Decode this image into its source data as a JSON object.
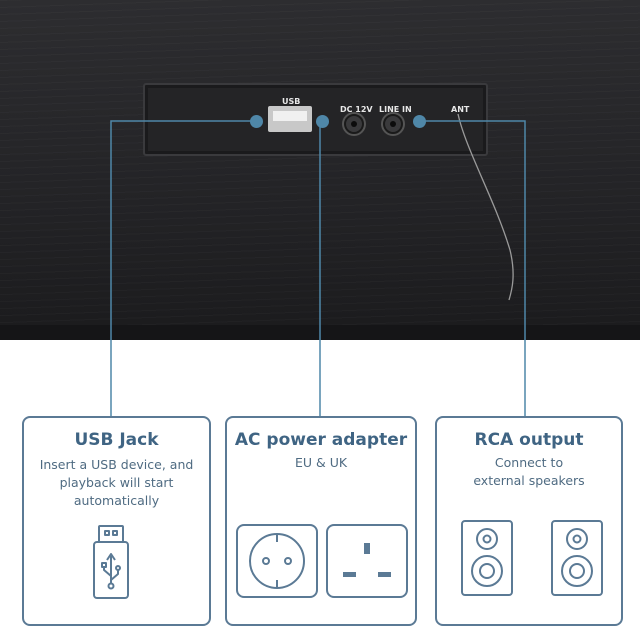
{
  "panel": {
    "usb_label": "USB",
    "dc_label": "DC 12V",
    "linein_label": "LINE IN",
    "ant_label": "ANT"
  },
  "cards": [
    {
      "title": "USB Jack",
      "line1": "Insert a USB device, and",
      "line2": "playback will start",
      "line3": "automatically",
      "icons": [
        "usb-drive-icon"
      ]
    },
    {
      "title": "AC power adapter",
      "line1": "EU & UK",
      "icons": [
        "eu-socket-icon",
        "uk-socket-icon"
      ]
    },
    {
      "title": "RCA output",
      "line1": "Connect to",
      "line2": "external speakers",
      "icons": [
        "speaker-icon",
        "speaker-icon"
      ]
    }
  ],
  "colors": {
    "accent": "#4f87a8",
    "card_border": "#5b7a95",
    "card_title": "#3f6483",
    "device_body": "#232326"
  }
}
